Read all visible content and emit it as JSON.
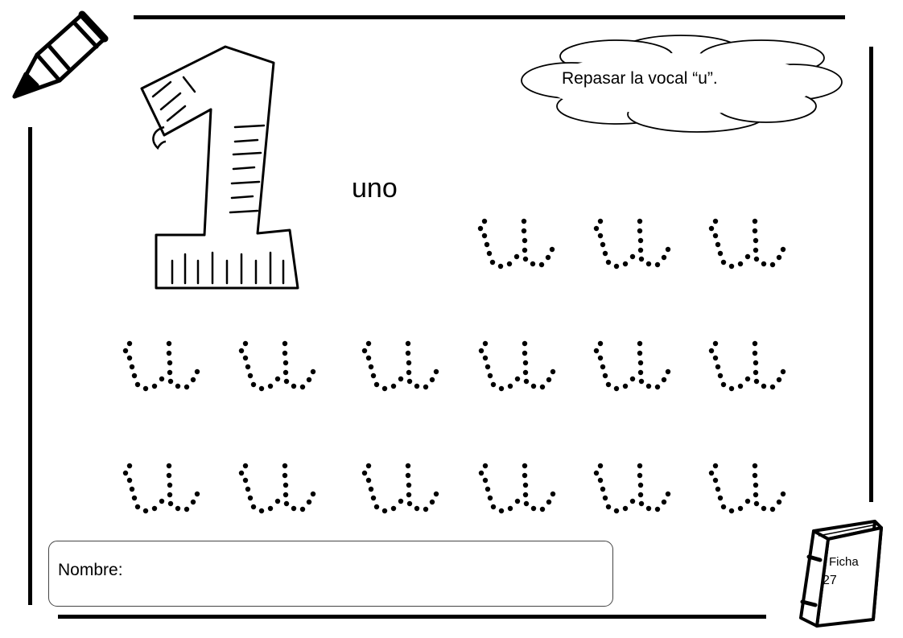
{
  "instruction": {
    "text": "Repasar la vocal “u”."
  },
  "number_word": "uno",
  "tracing": {
    "letter": "u",
    "row_counts": [
      3,
      6,
      6
    ]
  },
  "name_field": {
    "label": "Nombre:"
  },
  "ficha": {
    "label": "Ficha",
    "number": "27"
  },
  "icons": {
    "pencil": "pencil-icon",
    "numeral": "numeral-one-illustration",
    "cloud": "cloud-speech-icon",
    "book": "book-icon"
  }
}
